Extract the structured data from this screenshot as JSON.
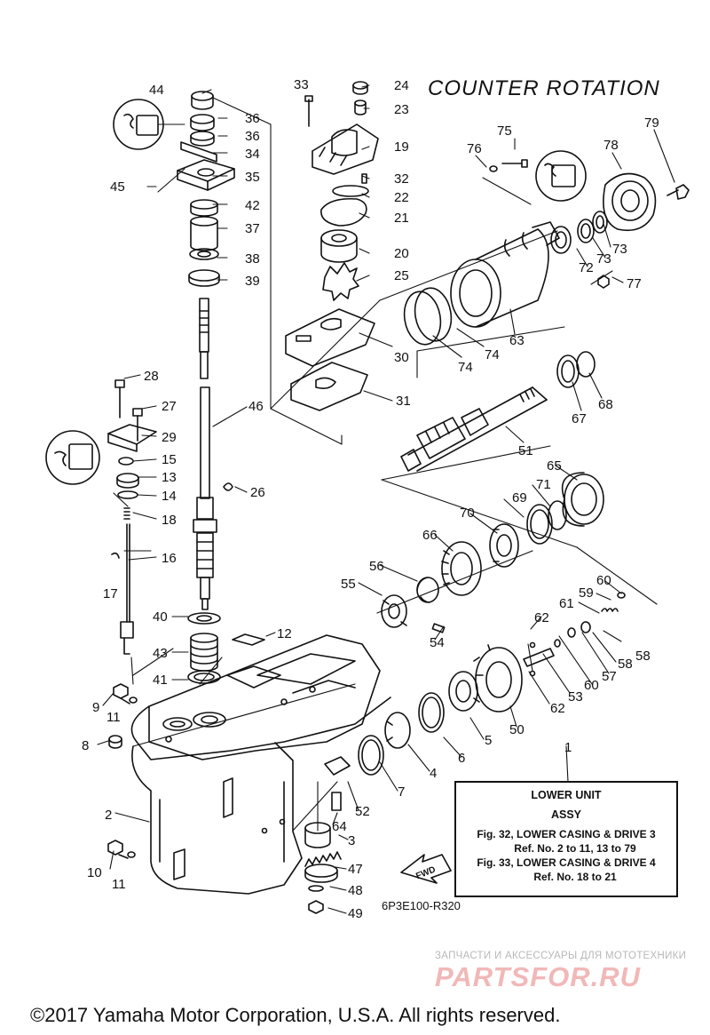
{
  "diagram": {
    "title": "COUNTER ROTATION",
    "info_box": {
      "heading": "LOWER UNIT",
      "subheading": "ASSY",
      "ref_line_1": "Fig. 32, LOWER CASING & DRIVE 3",
      "ref_line_2": "Ref. No. 2 to 11, 13 to 79",
      "ref_line_3": "Fig. 33, LOWER CASING & DRIVE 4",
      "ref_line_4": "Ref. No. 18 to 21"
    },
    "fwd_label": "FWD",
    "drawing_code": "6P3E100-R320",
    "watermark": {
      "tagline": "ЗАПЧАСТИ И АКСЕССУАРЫ ДЛЯ МОТОТЕХНИКИ",
      "brand": "PARTSFOR.RU"
    },
    "copyright": "©2017 Yamaha Motor Corporation, U.S.A. All rights reserved.",
    "callouts": [
      {
        "id": "c44",
        "text": "44"
      },
      {
        "id": "c36a",
        "text": "36"
      },
      {
        "id": "c36b",
        "text": "36"
      },
      {
        "id": "c34",
        "text": "34"
      },
      {
        "id": "c35",
        "text": "35"
      },
      {
        "id": "c45",
        "text": "45"
      },
      {
        "id": "c42",
        "text": "42"
      },
      {
        "id": "c37",
        "text": "37"
      },
      {
        "id": "c38",
        "text": "38"
      },
      {
        "id": "c39",
        "text": "39"
      },
      {
        "id": "c33",
        "text": "33"
      },
      {
        "id": "c24",
        "text": "24"
      },
      {
        "id": "c23",
        "text": "23"
      },
      {
        "id": "c19",
        "text": "19"
      },
      {
        "id": "c32",
        "text": "32"
      },
      {
        "id": "c22",
        "text": "22"
      },
      {
        "id": "c21",
        "text": "21"
      },
      {
        "id": "c20",
        "text": "20"
      },
      {
        "id": "c25",
        "text": "25"
      },
      {
        "id": "c30",
        "text": "30"
      },
      {
        "id": "c31",
        "text": "31"
      },
      {
        "id": "c28",
        "text": "28"
      },
      {
        "id": "c27",
        "text": "27"
      },
      {
        "id": "c29",
        "text": "29"
      },
      {
        "id": "c15",
        "text": "15"
      },
      {
        "id": "c13",
        "text": "13"
      },
      {
        "id": "c14",
        "text": "14"
      },
      {
        "id": "c18",
        "text": "18"
      },
      {
        "id": "c16",
        "text": "16"
      },
      {
        "id": "c17",
        "text": "17"
      },
      {
        "id": "c46",
        "text": "46"
      },
      {
        "id": "c26",
        "text": "26"
      },
      {
        "id": "c40",
        "text": "40"
      },
      {
        "id": "c43",
        "text": "43"
      },
      {
        "id": "c41",
        "text": "41"
      },
      {
        "id": "c12",
        "text": "12"
      },
      {
        "id": "c9",
        "text": "9"
      },
      {
        "id": "c11a",
        "text": "11"
      },
      {
        "id": "c8",
        "text": "8"
      },
      {
        "id": "c2",
        "text": "2"
      },
      {
        "id": "c10",
        "text": "10"
      },
      {
        "id": "c11b",
        "text": "11"
      },
      {
        "id": "c75",
        "text": "75"
      },
      {
        "id": "c76",
        "text": "76"
      },
      {
        "id": "c79",
        "text": "79"
      },
      {
        "id": "c78",
        "text": "78"
      },
      {
        "id": "c72",
        "text": "72"
      },
      {
        "id": "c73a",
        "text": "73"
      },
      {
        "id": "c73b",
        "text": "73"
      },
      {
        "id": "c77",
        "text": "77"
      },
      {
        "id": "c63",
        "text": "63"
      },
      {
        "id": "c74a",
        "text": "74"
      },
      {
        "id": "c74b",
        "text": "74"
      },
      {
        "id": "c67",
        "text": "67"
      },
      {
        "id": "c68",
        "text": "68"
      },
      {
        "id": "c51",
        "text": "51"
      },
      {
        "id": "c65",
        "text": "65"
      },
      {
        "id": "c71",
        "text": "71"
      },
      {
        "id": "c69",
        "text": "69"
      },
      {
        "id": "c70",
        "text": "70"
      },
      {
        "id": "c66",
        "text": "66"
      },
      {
        "id": "c56",
        "text": "56"
      },
      {
        "id": "c55",
        "text": "55"
      },
      {
        "id": "c54",
        "text": "54"
      },
      {
        "id": "c60a",
        "text": "60"
      },
      {
        "id": "c59",
        "text": "59"
      },
      {
        "id": "c61",
        "text": "61"
      },
      {
        "id": "c62a",
        "text": "62"
      },
      {
        "id": "c58a",
        "text": "58"
      },
      {
        "id": "c58b",
        "text": "58"
      },
      {
        "id": "c57",
        "text": "57"
      },
      {
        "id": "c60b",
        "text": "60"
      },
      {
        "id": "c53",
        "text": "53"
      },
      {
        "id": "c62b",
        "text": "62"
      },
      {
        "id": "c50",
        "text": "50"
      },
      {
        "id": "c5",
        "text": "5"
      },
      {
        "id": "c6",
        "text": "6"
      },
      {
        "id": "c4",
        "text": "4"
      },
      {
        "id": "c7",
        "text": "7"
      },
      {
        "id": "c1",
        "text": "1"
      },
      {
        "id": "c52",
        "text": "52"
      },
      {
        "id": "c64",
        "text": "64"
      },
      {
        "id": "c3",
        "text": "3"
      },
      {
        "id": "c47",
        "text": "47"
      },
      {
        "id": "c48",
        "text": "48"
      },
      {
        "id": "c49",
        "text": "49"
      }
    ]
  }
}
